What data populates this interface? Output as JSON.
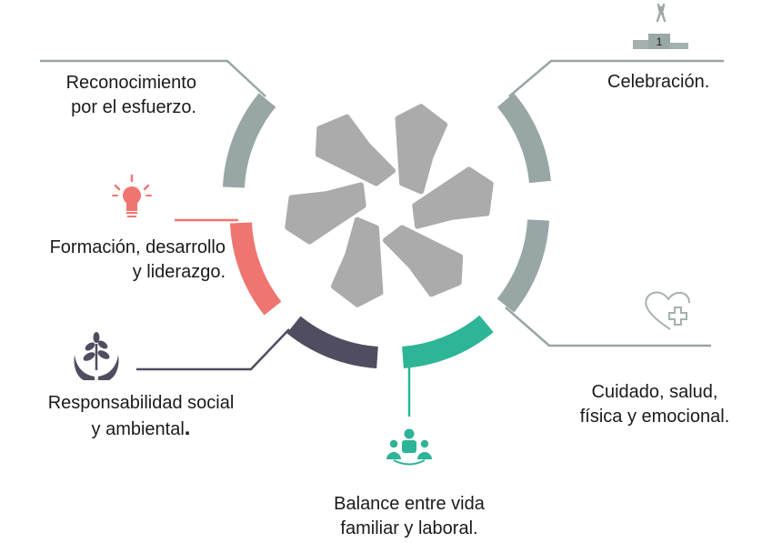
{
  "segments": [
    {
      "id": "reconocimiento",
      "label": "Reconocimiento\npor el esfuerzo.",
      "color": "#98a7a6",
      "icon": "hand-coin-icon"
    },
    {
      "id": "formacion",
      "label": "Formación, desarrollo\ny liderazgo.",
      "color": "#ef7570",
      "icon": "lightbulb-icon"
    },
    {
      "id": "responsabilidad",
      "label": "Responsabilidad social\ny ambiental",
      "label_end": ".",
      "color": "#514d60",
      "icon": "plant-hands-icon"
    },
    {
      "id": "balance",
      "label": "Balance entre vida\nfamiliar y laboral.",
      "color": "#2eb496",
      "icon": "family-icon"
    },
    {
      "id": "cuidado",
      "label": "Cuidado, salud,\nfísica y emocional.",
      "color": "#98a7a6",
      "icon": "heart-plus-icon"
    },
    {
      "id": "celebracion",
      "label": "Celebración.",
      "color": "#98a7a6",
      "icon": "podium-icon"
    }
  ],
  "podium_number": "1",
  "logo_color": "#ababab"
}
